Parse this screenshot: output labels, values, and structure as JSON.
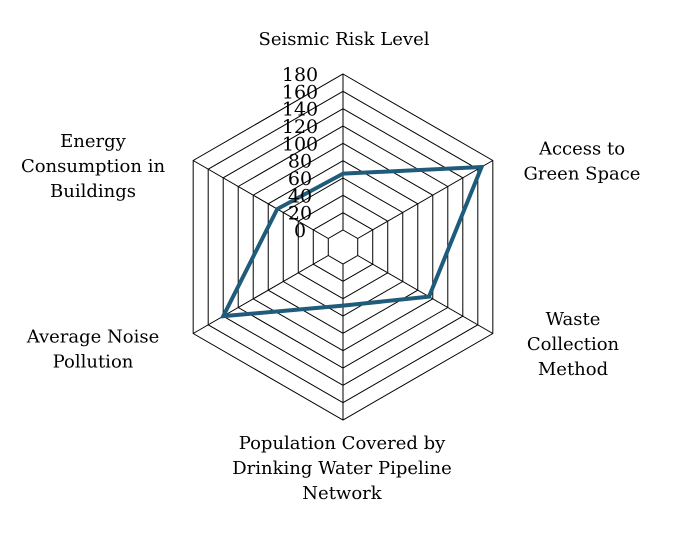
{
  "chart_data": {
    "type": "radar",
    "title": "",
    "axes": [
      {
        "lines": [
          "Seismic Risk Level"
        ]
      },
      {
        "lines": [
          "Access to",
          "Green Space"
        ]
      },
      {
        "lines": [
          "Waste",
          "Collection",
          "Method"
        ]
      },
      {
        "lines": [
          "Population Covered by",
          "Drinking Water Pipeline",
          "Network"
        ]
      },
      {
        "lines": [
          "Average Noise",
          "Pollution"
        ]
      },
      {
        "lines": [
          "Energy",
          "Consumption in",
          "Buildings"
        ]
      }
    ],
    "r_ticks": [
      "0",
      "20",
      "40",
      "60",
      "80",
      "100",
      "120",
      "140",
      "160",
      "180"
    ],
    "r_range": [
      0,
      180
    ],
    "grid_levels": [
      0,
      20,
      40,
      60,
      80,
      100,
      120,
      140,
      160,
      180
    ],
    "grid": true,
    "series": [
      {
        "values": [
          65,
          165,
          95,
          48,
          140,
          68
        ],
        "color": "#1f5b7a"
      }
    ]
  }
}
